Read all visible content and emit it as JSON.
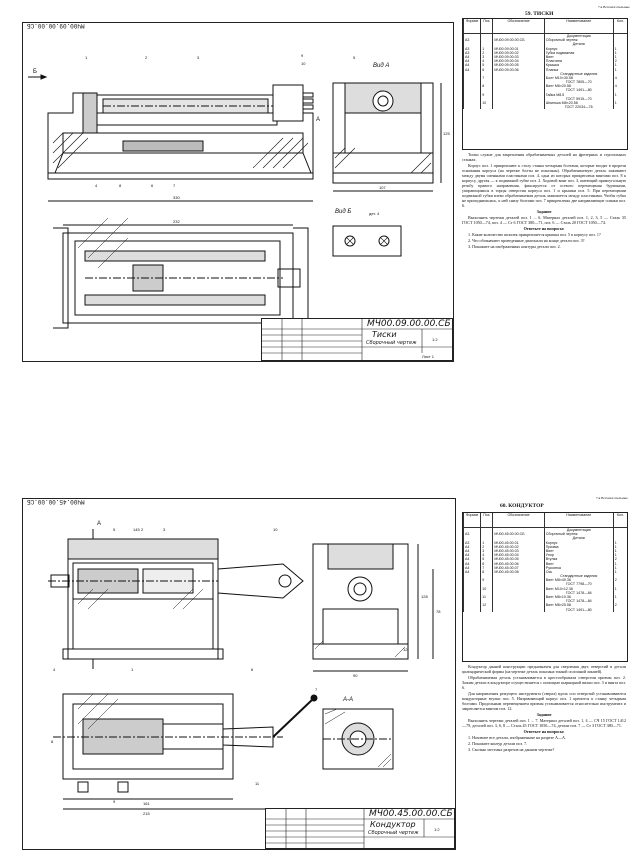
{
  "top": {
    "stamp": "МЧ00.09.00.00.СБ",
    "title_block": {
      "code": "МЧ00.09.00.00.СБ",
      "name": "Тиски",
      "sub": "Сборочный чертеж",
      "scale": "1:2",
      "sheet": "Лист 1"
    },
    "view_label": "Вид А",
    "view_b_label": "Вид Б",
    "view_b_note": "дет. 4",
    "arrow_b": "Б",
    "arrow_a": "А",
    "dims": {
      "overall": "330",
      "inner": "232",
      "width": "107",
      "height": "125"
    },
    "callouts": [
      "1",
      "2",
      "3",
      "9",
      "10",
      "5",
      "4",
      "6",
      "7",
      "8"
    ],
    "header_right": "7.в Вспомогательные",
    "section_title": "59. ТИСКИ",
    "spec_cols": [
      "Формат",
      "Поз.",
      "Обозначение",
      "Наименование",
      "Кол."
    ],
    "spec_rows": [
      [
        "",
        "",
        "",
        "Документация",
        ""
      ],
      [
        "А3",
        "",
        "МЧ00.09.00.00.СБ",
        "Сборочный чертеж",
        ""
      ],
      [
        "",
        "",
        "",
        "Детали",
        ""
      ],
      [
        "А3",
        "1",
        "МЧ00.09.00.01",
        "Корпус",
        "1"
      ],
      [
        "А3",
        "2",
        "МЧ00.09.00.02",
        "Губка подвижная",
        "1"
      ],
      [
        "А4",
        "3",
        "МЧ00.09.00.03",
        "Винт",
        "1"
      ],
      [
        "А4",
        "4",
        "МЧ00.09.00.04",
        "Пластина",
        "2"
      ],
      [
        "А4",
        "5",
        "МЧ00.09.00.05",
        "Крышка",
        "1"
      ],
      [
        "А4",
        "6",
        "МЧ00.09.00.06",
        "Планка",
        "1"
      ],
      [
        "",
        "",
        "",
        "Стандартные изделия",
        ""
      ],
      [
        "",
        "7",
        "",
        "Болт М10×30.58",
        "4"
      ],
      [
        "",
        "",
        "",
        "ГОСТ 7805—70",
        ""
      ],
      [
        "",
        "8",
        "",
        "Винт М6×20.58",
        "4"
      ],
      [
        "",
        "",
        "",
        "ГОСТ 1491—80",
        ""
      ],
      [
        "",
        "9",
        "",
        "Гайка М8.5",
        "1"
      ],
      [
        "",
        "",
        "",
        "ГОСТ 5915—70",
        ""
      ],
      [
        "",
        "10",
        "",
        "Шпилька М8×20.58",
        "1"
      ],
      [
        "",
        "",
        "",
        "ГОСТ 22034—76",
        ""
      ]
    ],
    "text": [
      "Тиски служат для закрепления обрабатываемых деталей на фрезерных и строгальных станках.",
      "Корпус поз. 1 прикрепляют к столу станка четырьмя болтами, которые входят в прорези основания корпуса (на чертеже болты не показаны). Обрабатываемую деталь зажимают между двумя сменными пластинами поз. 4, одна из которых прикреплена винтами поз. 8 к корпусу, другая — к подвижной губке поз. 2. Ходовой винт поз. 3, имеющий прямоугольную резьбу правого направления, фиксируется от осевого перемещения буртиками, упирающимися в торцы отверстия корпуса поз. 1 и крышки поз. 5. При перемещении подвижной губки влево обрабатываемая деталь зажимается между пластинами. Чтобы губка не приподнималась, к ней снизу болтами поз. 7 прикреплены две направляющие планки поз. 6."
    ],
    "task_title": "Задание",
    "task": "Выполнить чертежи деталей поз. 1 ... 6. Материал деталей поз. 1, 2, 3, 5 — Сталь 35 ГОСТ 1050—74, поз. 4 — Ст 6 ГОСТ 380—71, поз. 6 — Сталь 20 ГОСТ 1050—74.",
    "q_title": "Ответьте на вопросы:",
    "questions": [
      "1. Какие количество шпилек прикрепляется крышка поз. 5 к корпусу поз. 1?",
      "2. Что обозначают проведенные диагонали на конце детали поз. 3?",
      "3. Покажите на изображениях контуры детали поз. 2."
    ]
  },
  "bottom": {
    "stamp": "МЧ00.45.00.00.СБ",
    "title_block": {
      "code": "МЧ00.45.00.00.СБ",
      "name": "Кондуктор",
      "sub": "Сборочный чертеж",
      "scale": "1:2"
    },
    "section_label": "А-А",
    "arrow_a": "А",
    "dims": {
      "overall": "215",
      "len1": "161",
      "len2": "90",
      "h1": "128",
      "h2": "78",
      "w1": "145"
    },
    "callouts": [
      "1",
      "2",
      "3",
      "4",
      "5",
      "6",
      "7",
      "8",
      "9",
      "10",
      "11",
      "12"
    ],
    "header_right": "7.в Вспомогательные",
    "section_title": "60. КОНДУКТОР",
    "spec_cols": [
      "Формат",
      "Поз.",
      "Обозначение",
      "Наименование",
      "Кол."
    ],
    "spec_rows": [
      [
        "",
        "",
        "",
        "Документация",
        ""
      ],
      [
        "А3",
        "",
        "МЧ00.45.00.00.СБ",
        "Сборочный чертеж",
        ""
      ],
      [
        "",
        "",
        "",
        "Детали",
        ""
      ],
      [
        "А3",
        "1",
        "МЧ00.45.00.01",
        "Корпус",
        "1"
      ],
      [
        "А4",
        "2",
        "МЧ00.45.00.02",
        "Призма",
        "1"
      ],
      [
        "А4",
        "3",
        "МЧ00.45.00.03",
        "Винт",
        "1"
      ],
      [
        "А4",
        "4",
        "МЧ00.45.00.04",
        "Упор",
        "1"
      ],
      [
        "А4",
        "5",
        "МЧ00.45.00.05",
        "Втулка",
        "2"
      ],
      [
        "А4",
        "6",
        "МЧ00.45.00.06",
        "Винт",
        "1"
      ],
      [
        "А4",
        "7",
        "МЧ00.45.00.07",
        "Рукоятка",
        "1"
      ],
      [
        "А4",
        "8",
        "МЧ00.45.00.08",
        "Ось",
        "1"
      ],
      [
        "",
        "",
        "",
        "Стандартные изделия",
        ""
      ],
      [
        "",
        "9",
        "",
        "Винт М8×40.36",
        "2"
      ],
      [
        "",
        "",
        "",
        "ГОСТ 7798—70",
        ""
      ],
      [
        "",
        "10",
        "",
        "Винт М10×12.36",
        "1"
      ],
      [
        "",
        "",
        "",
        "ГОСТ 1478—84",
        ""
      ],
      [
        "",
        "11",
        "",
        "Винт М8×10.36",
        "1"
      ],
      [
        "",
        "",
        "",
        "ГОСТ 1478—84",
        ""
      ],
      [
        "",
        "12",
        "",
        "Винт М6×25.58",
        "2"
      ],
      [
        "",
        "",
        "",
        "ГОСТ 1491—80",
        ""
      ]
    ],
    "text": [
      "Кондуктор данной конструкции предназначен для сверления двух отверстий в детали цилиндрической формы (на чертеже деталь показана тонкой сплошной линией).",
      "Обрабатываемая деталь устанавливается в крестообразном отверстии призмы поз. 2. Зажим детали в кондукторе осуществляется с помощью шарнирной вилки поз. 3 и винта поз. 6.",
      "Для направления режущего инструмента (сверла) вдоль оси отверстий устанавливаются кондукторные втулки поз. 5. Направляющий корпус поз. 1 крепится к станку четырьмя болтами. Продольным перемещением призмы устанавливается относительно инструмента и закрепляется винтом поз. 12."
    ],
    "task_title": "Задание",
    "task": "Выполнить чертежи деталей поз. 1 ... 7. Материал деталей поз. 1, 4 — СЧ 15 ГОСТ 1412—79, деталей поз. 3, 6, 8 — Сталь 45 ГОСТ 1050—74, детали поз. 7 — Ст 3 ГОСТ 380—71.",
    "q_title": "Ответьте на вопросы:",
    "questions": [
      "1. Назовите все детали, изображенные на разрезе А—А.",
      "2. Покажите контур детали поз. 7.",
      "3. Сколько местных разрезов на данном чертеже?"
    ]
  }
}
